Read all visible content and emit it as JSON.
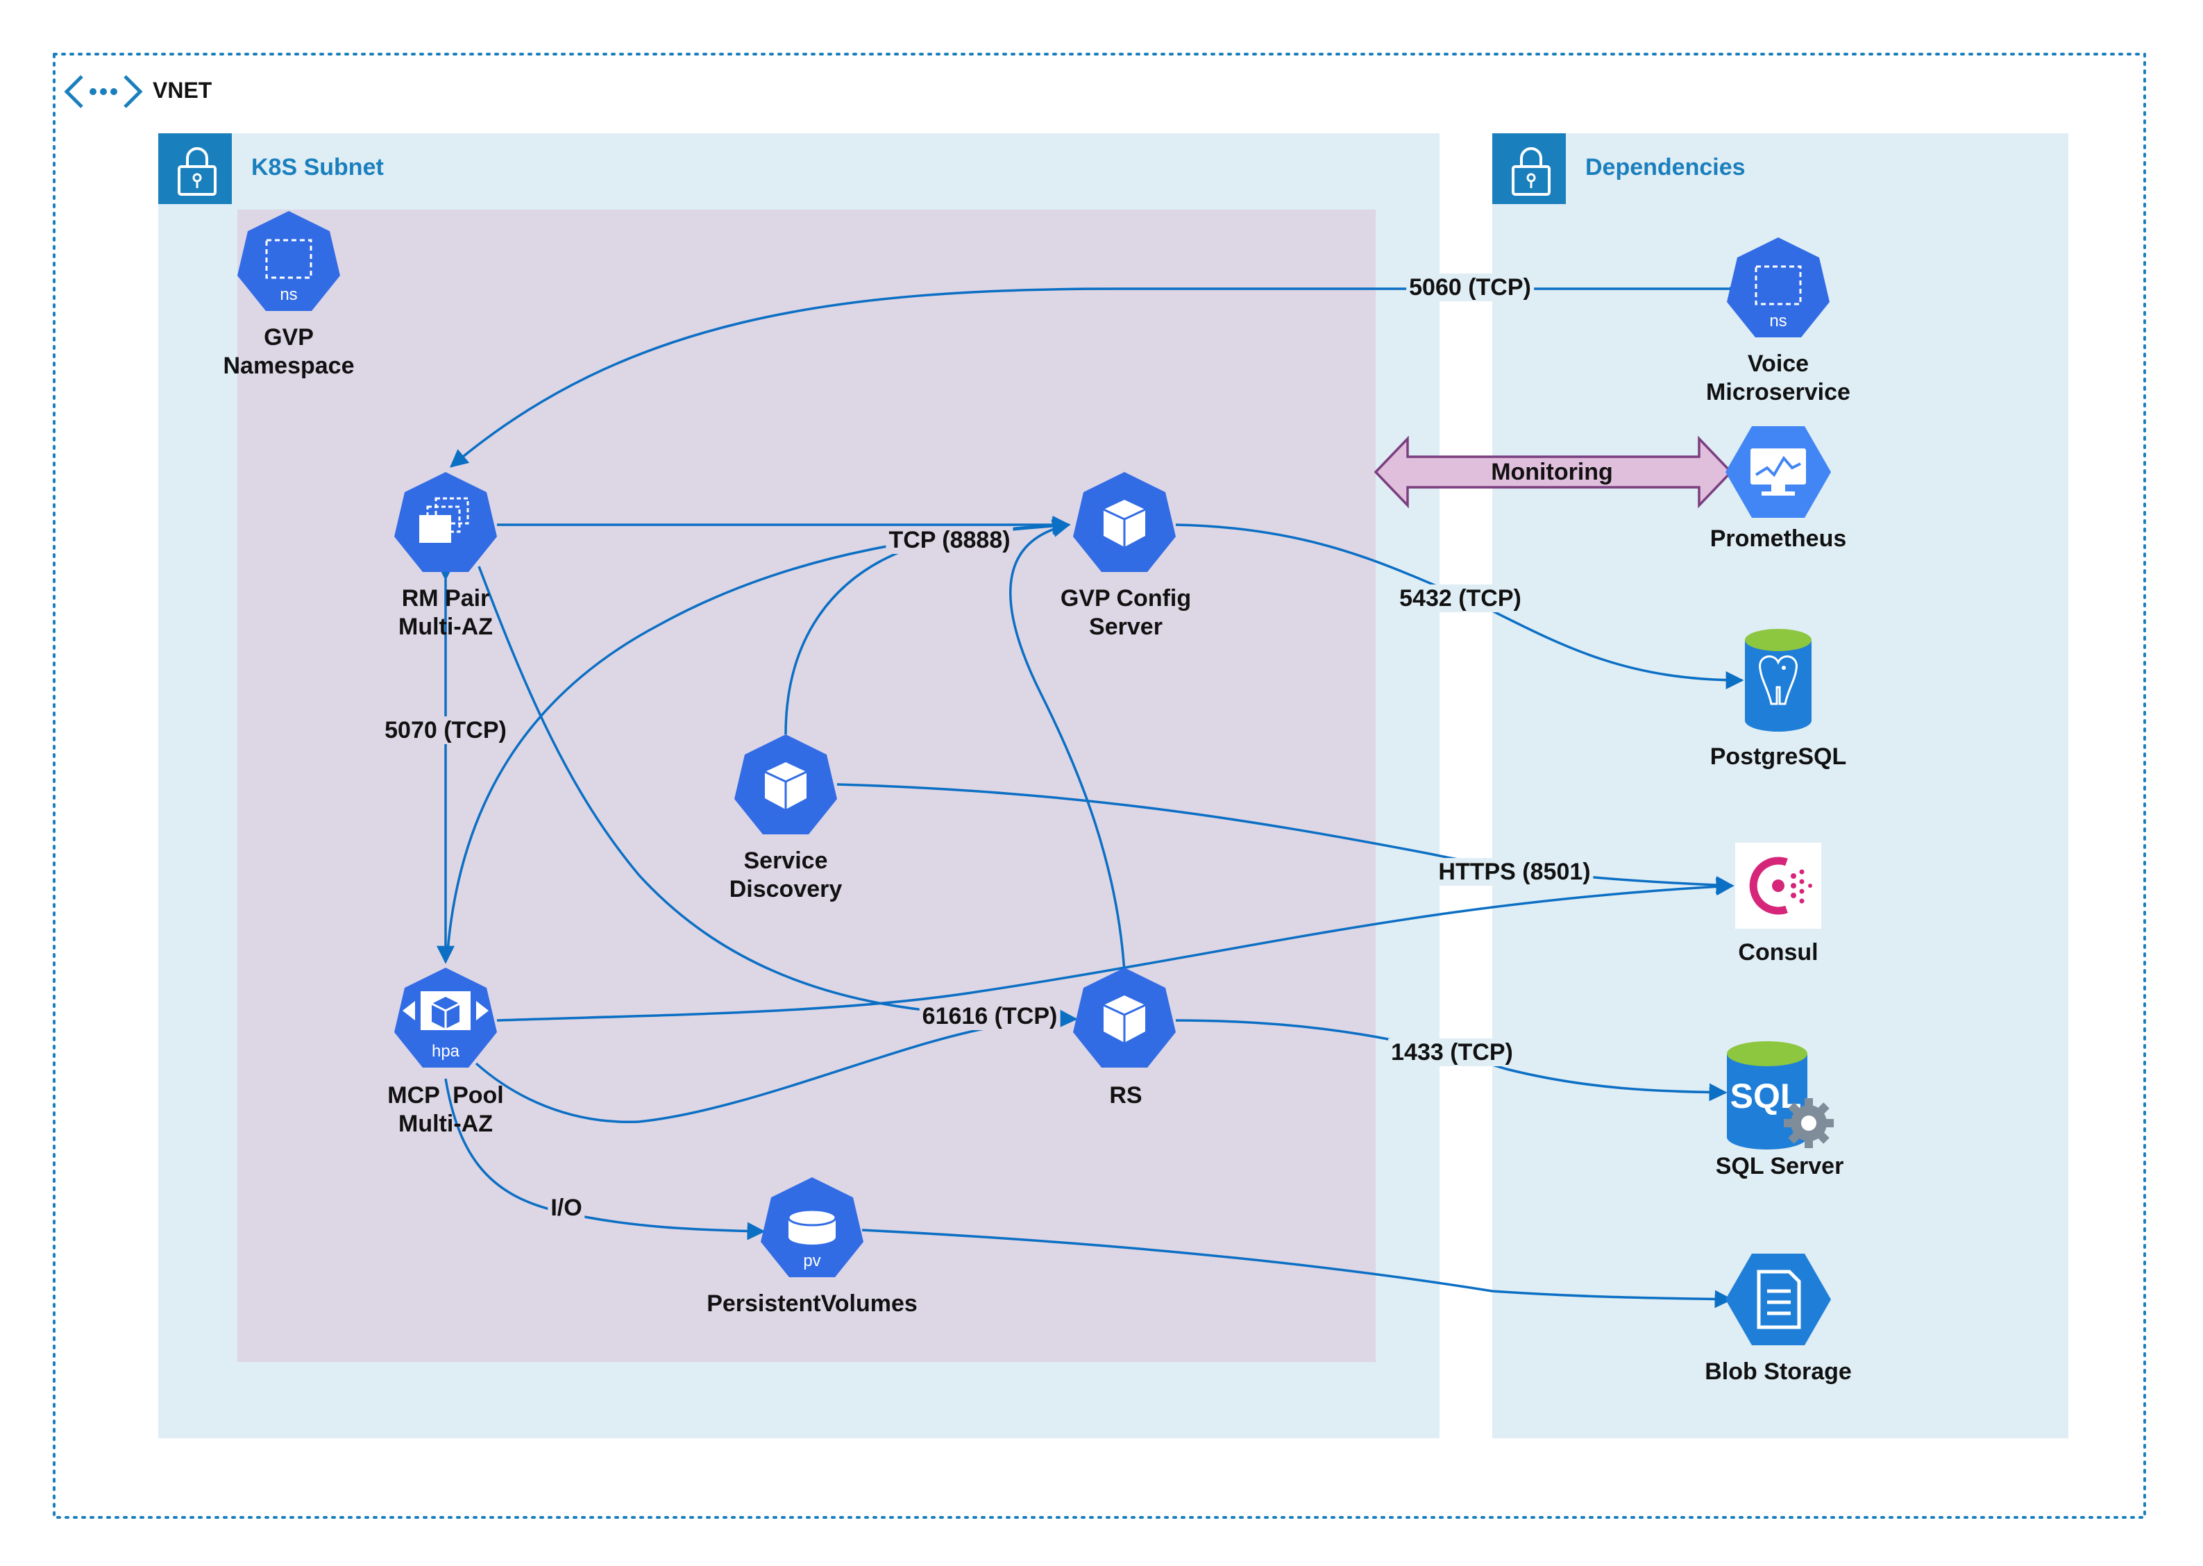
{
  "vnet": {
    "title": "VNET"
  },
  "subnets": {
    "k8s": {
      "title": "K8S Subnet"
    },
    "deps": {
      "title": "Dependencies"
    }
  },
  "nodes": {
    "gvp_namespace": {
      "label_line1": "GVP",
      "label_line2": "Namespace",
      "icon_text": "ns"
    },
    "rm_pair": {
      "label_line1": "RM Pair",
      "label_line2": "Multi-AZ"
    },
    "gvp_config": {
      "label_line1": "GVP Config",
      "label_line2": "Server"
    },
    "service_discovery": {
      "label_line1": "Service",
      "label_line2": "Discovery"
    },
    "mcp_pool": {
      "label_line1": "MCP  Pool",
      "label_line2": "Multi-AZ",
      "icon_text": "hpa"
    },
    "rs": {
      "label_line1": "RS"
    },
    "persistent_volumes": {
      "label_line1": "PersistentVolumes",
      "icon_text": "pv"
    },
    "voice_microservice": {
      "label_line1": "Voice",
      "label_line2": "Microservice",
      "icon_text": "ns"
    },
    "prometheus": {
      "label_line1": "Prometheus"
    },
    "postgresql": {
      "label_line1": "PostgreSQL"
    },
    "consul": {
      "label_line1": "Consul"
    },
    "sql_server": {
      "label_line1": "SQL Server",
      "icon_text": "SQL"
    },
    "blob_storage": {
      "label_line1": "Blob Storage"
    }
  },
  "edges": {
    "voice_5060": "5060 (TCP)",
    "monitoring": "Monitoring",
    "tcp_8888": "TCP (8888)",
    "pg_5432": "5432 (TCP)",
    "rm_mcp_5070": "5070 (TCP)",
    "consul_8501": "HTTPS (8501)",
    "rs_61616": "61616 (TCP)",
    "sql_1433": "1433 (TCP)",
    "io": "I/O"
  },
  "colors": {
    "k8s_blue": "#326ce5",
    "edge_blue": "#0b6fc4",
    "subnet_fill": "#dfedf5",
    "namespace_fill": "#ddd6e5",
    "subnet_header": "#1a7fbd",
    "monitoring_arrow_fill": "#e0bfdc",
    "monitoring_arrow_stroke": "#7a3f7f",
    "consul_pink": "#d6267a",
    "azure_blue": "#1f7fd8",
    "db_green": "#8dc63f"
  }
}
